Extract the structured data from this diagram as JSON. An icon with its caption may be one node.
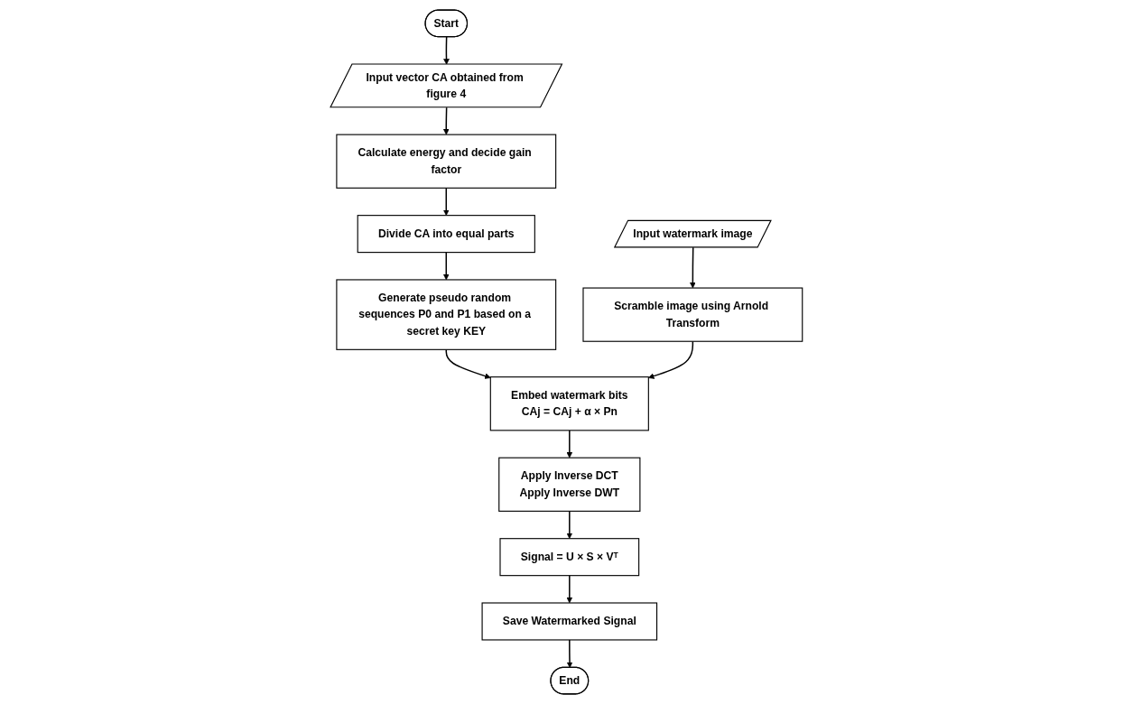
{
  "diagram": {
    "nodes": [
      {
        "text": [
          "Start"
        ]
      },
      {
        "text": [
          "Input vector CA obtained from figure 4"
        ]
      },
      {
        "text": [
          "Calculate energy and decide gain factor"
        ]
      },
      {
        "text": [
          "Input watermark image"
        ]
      },
      {
        "text": [
          "Divide CA into equal parts"
        ]
      },
      {
        "text": [
          "Scramble image using Arnold Transform"
        ]
      },
      {
        "text": [
          "Generate pseudo random sequences P0 and P1 based on a secret key KEY"
        ]
      },
      {
        "text": [
          "Embed watermark bits",
          "CAj = CAj + α × Pn"
        ]
      },
      {
        "text": [
          "Apply Inverse DCT",
          "Apply Inverse DWT"
        ]
      },
      {
        "text": [
          "Signal = U × S × Vᵀ"
        ]
      },
      {
        "text": [
          "Save Watermarked Signal"
        ]
      },
      {
        "text": [
          "End"
        ]
      }
    ],
    "edges": [
      {
        "from": 0,
        "to": 1,
        "arrow": "to"
      },
      {
        "from": 1,
        "to": 2,
        "arrow": "to"
      },
      {
        "from": 2,
        "to": 4,
        "arrow": "to"
      },
      {
        "from": 4,
        "to": 6,
        "arrow": "to"
      },
      {
        "from": 6,
        "to": 7,
        "arrow": "to"
      },
      {
        "from": 3,
        "to": 5,
        "arrow": "to"
      },
      {
        "from": 5,
        "to": 7,
        "arrow": "to"
      },
      {
        "from": 7,
        "to": 8,
        "arrow": "to"
      },
      {
        "from": 8,
        "to": 9,
        "arrow": "to"
      },
      {
        "from": 9,
        "to": 10,
        "arrow": "to"
      },
      {
        "from": 10,
        "to": 11,
        "arrow": "to"
      }
    ]
  }
}
